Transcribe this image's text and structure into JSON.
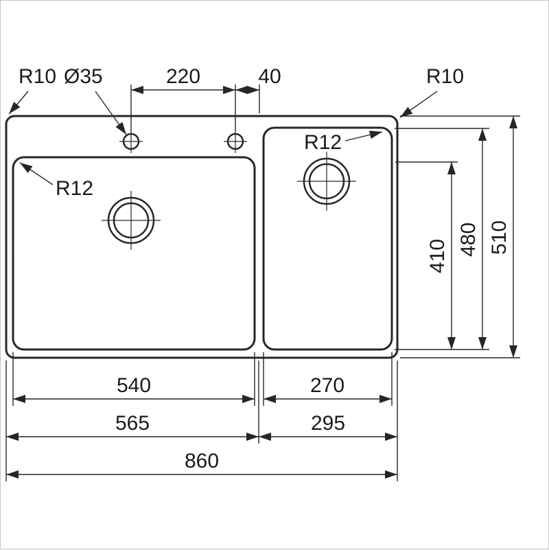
{
  "diagram": {
    "type": "technical-drawing",
    "subject": "double-bowl kitchen sink plan view with dimensions",
    "background_color": "#ffffff",
    "line_color": "#262626",
    "labels": {
      "corner_radius_top_left": "R10",
      "faucet_hole_diameter": "Ø35",
      "faucet_hole_spacing": "220",
      "faucet_hole_edge_offset": "40",
      "corner_radius_top_right": "R10",
      "left_bowl_corner_radius": "R12",
      "right_bowl_corner_radius": "R12",
      "right_bowl_inner_depth": "410",
      "right_bowl_length": "480",
      "overall_depth": "510",
      "left_bowl_width": "540",
      "right_bowl_width": "270",
      "left_section_width": "565",
      "right_section_width": "295",
      "overall_width": "860"
    }
  }
}
